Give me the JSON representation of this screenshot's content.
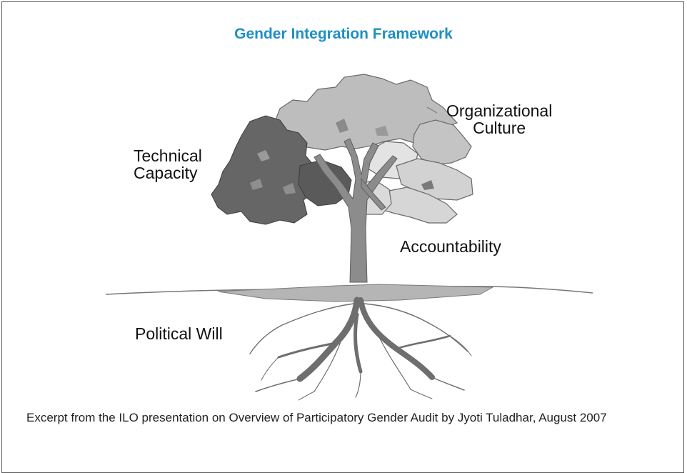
{
  "title": "Gender Integration Framework",
  "labels": {
    "technical_capacity": [
      "Technical",
      "Capacity"
    ],
    "organizational_culture": [
      "Organizational",
      "Culture"
    ],
    "accountability": "Accountability",
    "political_will": "Political Will"
  },
  "caption": "Excerpt from the ILO presentation on Overview of Participatory Gender Audit by Jyoti Tuladhar, August 2007",
  "colors": {
    "title": "#1f8fc6",
    "dark_foliage": "#666666",
    "mid_foliage": "#bdbdbd",
    "light_foliage": "#d6d6d6",
    "trunk": "#8c8c8c",
    "roots": "#6e6e6e"
  }
}
